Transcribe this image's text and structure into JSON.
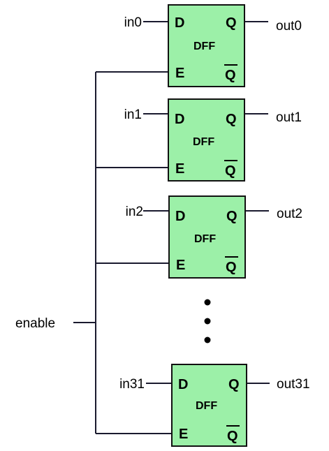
{
  "diagram": {
    "enable_label": "enable",
    "pin_d": "D",
    "pin_q": "Q",
    "pin_e": "E",
    "pin_qbar": "Q",
    "block_title": "DFF",
    "flipflops": [
      {
        "input": "in0",
        "output": "out0"
      },
      {
        "input": "in1",
        "output": "out1"
      },
      {
        "input": "in2",
        "output": "out2"
      },
      {
        "input": "in31",
        "output": "out31"
      }
    ]
  }
}
